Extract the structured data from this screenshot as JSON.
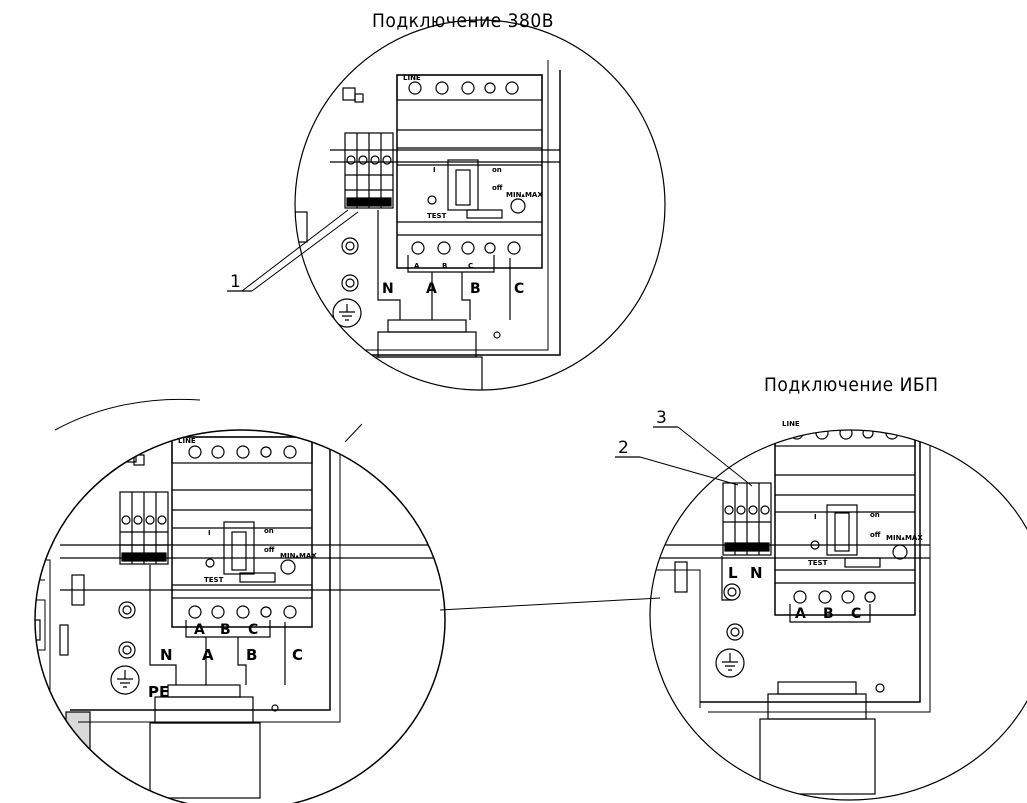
{
  "titles": {
    "connection_380": "Подключение 380В",
    "connection_ups": "Подключение ИБП"
  },
  "callouts": {
    "one": "1",
    "two": "2",
    "three": "3"
  },
  "breaker": {
    "line": "LINE",
    "test": "TEST",
    "on": "on",
    "off": "off",
    "min_max": "MIN▴MAX",
    "pos_i": "I"
  },
  "phases": {
    "a": "A",
    "b": "B",
    "c": "C",
    "n": "N",
    "l": "L",
    "pe": "PE"
  }
}
